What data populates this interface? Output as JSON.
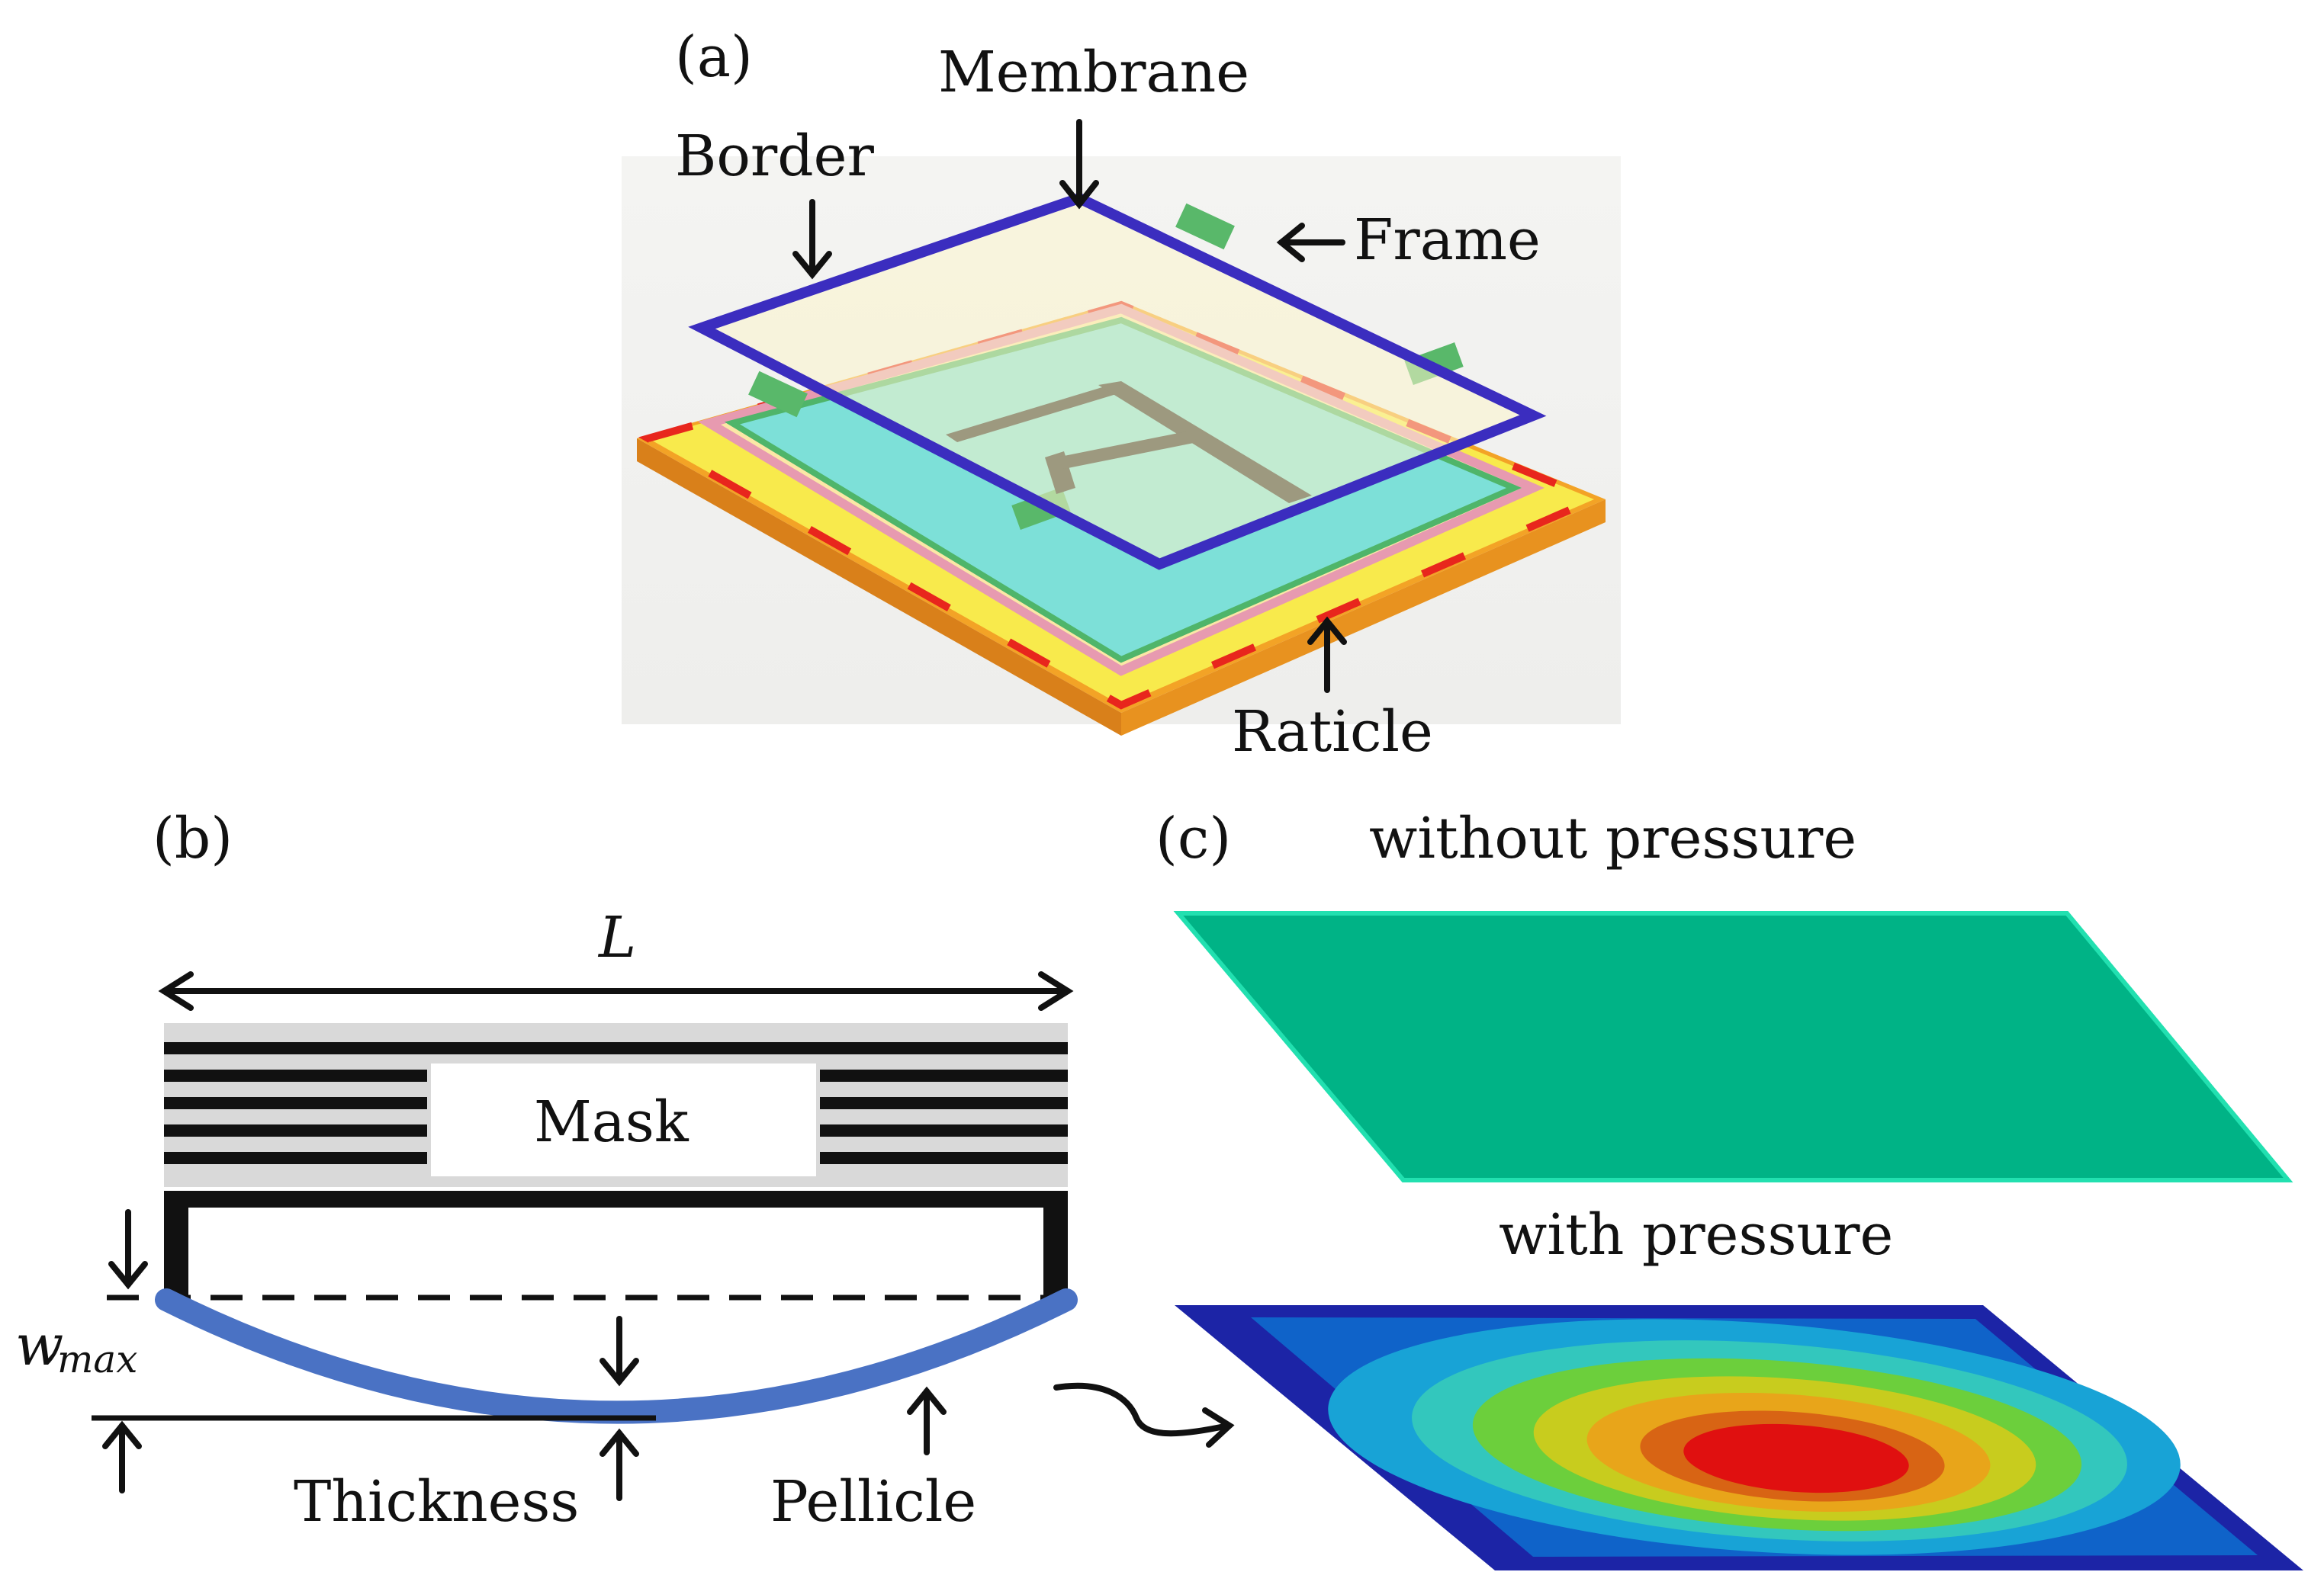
{
  "panel_a": {
    "letter": "(a)",
    "labels": {
      "membrane": "Membrane",
      "border": "Border",
      "frame": "Frame",
      "reticle": "Raticle"
    }
  },
  "panel_b": {
    "letter": "(b)",
    "length_symbol": "L",
    "mask": "Mask",
    "deflection_symbol": "w",
    "deflection_subscript": "max",
    "thickness": "Thickness",
    "pellicle": "Pellicle"
  },
  "panel_c": {
    "letter": "(c)",
    "top_label": "without pressure",
    "bottom_label": "with pressure"
  },
  "colors": {
    "membrane_flat": "#00b386",
    "pellicle_curve": "#4a72c4",
    "border_outline": "#3b2dbf",
    "frame_yellow": "#f6e84a",
    "frame_red": "#e8261d",
    "contour_outer": "#1c24a6",
    "contour_center": "#e01010"
  },
  "icons": [
    "down-arrow-icon",
    "left-arrow-icon",
    "up-arrow-icon",
    "double-arrow-icon",
    "curved-arrow-icon"
  ]
}
